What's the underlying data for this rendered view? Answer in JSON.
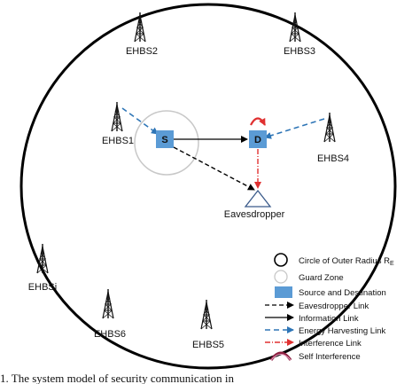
{
  "stations": {
    "ehbs1": "EHBS1",
    "ehbs2": "EHBS2",
    "ehbs3": "EHBS3",
    "ehbs4": "EHBS4",
    "ehbs5": "EHBS5",
    "ehbs6": "EHBS6",
    "ehbsi": "EHBSi"
  },
  "nodes": {
    "source": "S",
    "destination": "D",
    "eavesdropper": "Eavesdropper"
  },
  "legend": {
    "outer_circle": "Circle of Outer Radius R",
    "outer_circle_sub": "E",
    "guard_zone": "Guard Zone",
    "source_destination": "Source and Destination",
    "eavesdropper_link": "Eavesdropper Link",
    "information_link": "Information Link",
    "energy_harvesting_link": "Energy Harvesting Link",
    "interference_link": "Interference Link",
    "self_interference": "Self Interference"
  },
  "caption": "1. The system model of security communication in",
  "colors": {
    "node_fill": "#5b9bd5",
    "energy_link": "#2e75b6",
    "interference": "#e03030",
    "self_interference": "#8b2040"
  }
}
